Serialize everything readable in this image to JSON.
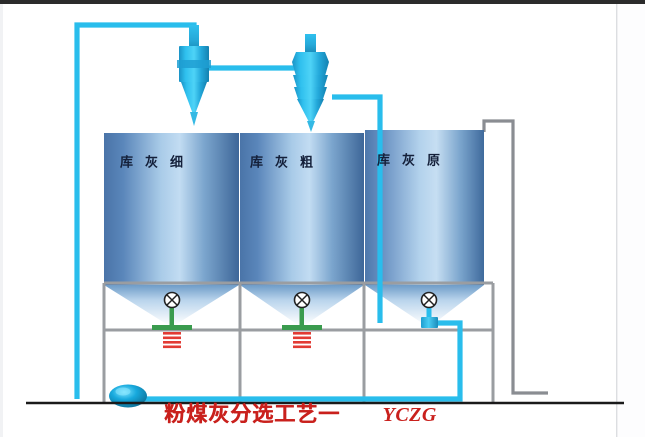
{
  "figure": {
    "caption_cn": "粉煤灰分选工艺一",
    "caption_en": "YCZG",
    "caption_color": "#c9201c"
  },
  "palette": {
    "pipe_cyan": "#29bdec",
    "pipe_gray": "#8a8d92",
    "frame_gray": "#9a9da1",
    "silo_dark": "#4a78ab",
    "silo_light": "#bcd6ee",
    "valve_green": "#3a9b4e",
    "valve_red": "#e23b34",
    "ground_black": "#1a1a1a",
    "border_top": "#2b2b2b",
    "border_right": "#d8dadd"
  },
  "silos": [
    {
      "name": "fine-ash-silo",
      "label": "细\n灰\n库",
      "label_text": "细灰库"
    },
    {
      "name": "coarse-ash-silo",
      "label": "粗\n灰\n库",
      "label_text": "粗灰库"
    },
    {
      "name": "raw-ash-silo",
      "label": "原\n灰\n库",
      "label_text": "原灰库"
    }
  ],
  "equipment": {
    "cyclone_1": "cyclone-separator-fine",
    "cyclone_2": "cyclone-separator-coarse",
    "blower": "blower-fan",
    "valves": [
      {
        "name": "discharge-valve-1",
        "type": "handwheel-valve-green"
      },
      {
        "name": "discharge-valve-2",
        "type": "handwheel-valve-green"
      },
      {
        "name": "discharge-valve-3",
        "type": "handwheel-valve-cyan"
      }
    ]
  },
  "labels": {
    "silo_1": "细\n灰\n库",
    "silo_2": "粗\n灰\n库",
    "silo_3": "原\n灰\n库"
  }
}
